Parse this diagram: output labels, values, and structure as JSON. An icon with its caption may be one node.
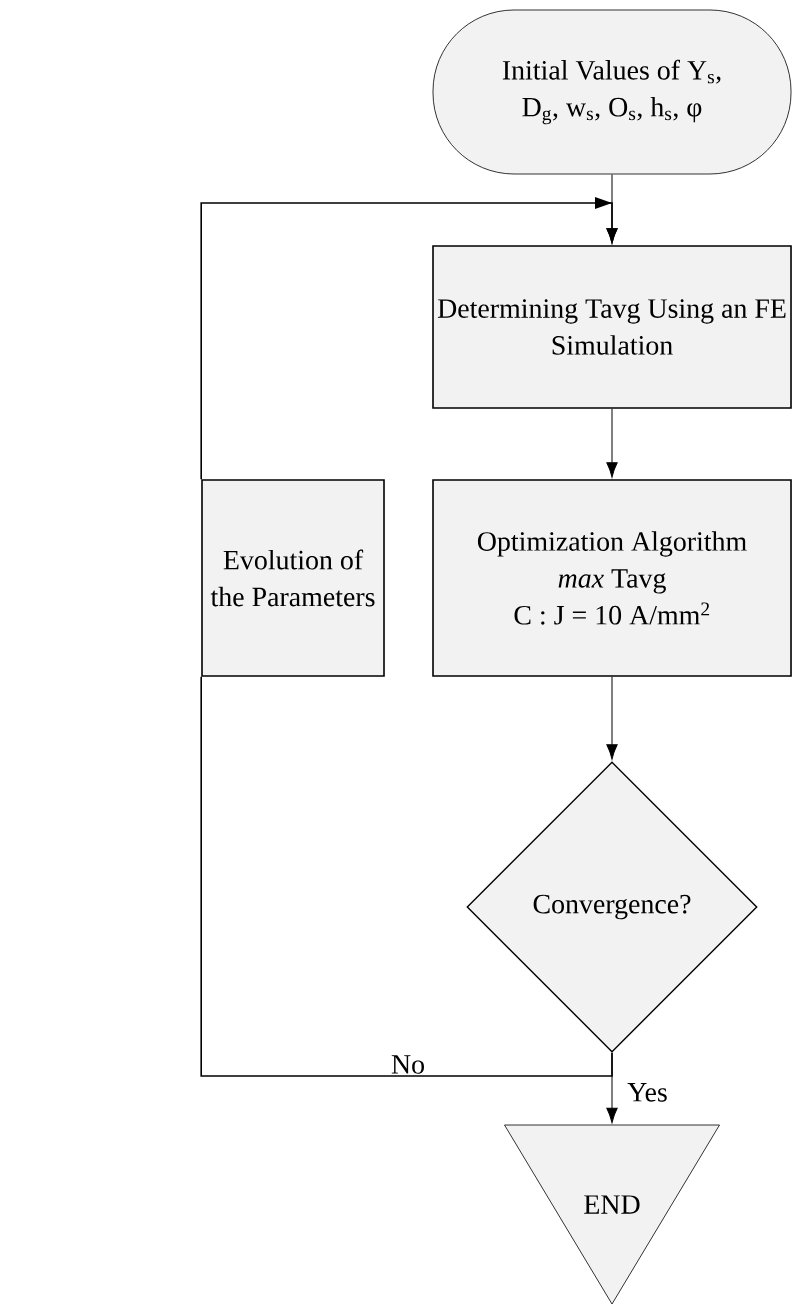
{
  "diagram": {
    "nodes": [
      {
        "text": [
          "Initial Values of Y$_{s}$, D$_{g}$, w$_{s}$, O$_{s}$, h$_{s}$, φ"
        ]
      },
      {
        "text": [
          "Determining Tavg Using an FE Simulation"
        ]
      },
      {
        "text": [
          "Optimization Algorithm",
          "*max* Tavg",
          "C : J = 10 A/mm$^{2}$"
        ]
      },
      {
        "text": [
          "Convergence?"
        ]
      },
      {
        "text": [
          "Evolution of the Parameters"
        ]
      },
      {
        "text": [
          "END"
        ]
      }
    ],
    "edges": [
      {
        "from": 0,
        "to": 1,
        "arrow": "to"
      },
      {
        "from": 1,
        "to": 2,
        "arrow": "to"
      },
      {
        "from": 2,
        "to": 3,
        "arrow": "to"
      },
      {
        "from": 3,
        "to": 5,
        "arrow": "to",
        "label": "Yes"
      },
      {
        "from": 3,
        "to": 4,
        "arrow": "none",
        "label": "No"
      },
      {
        "from": 4,
        "to": 1,
        "arrow": "to"
      }
    ]
  }
}
